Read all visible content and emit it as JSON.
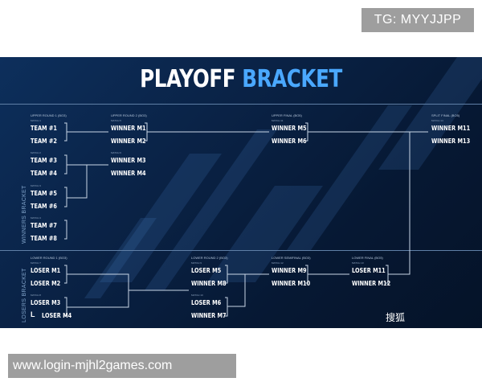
{
  "overlay": {
    "tg_badge": "TG: MYYJJPP",
    "url": "www.login-mjhl2games.com"
  },
  "poster": {
    "title_part1": "PLAYOFF",
    "title_part2": "BRACKET",
    "winners_label": "WINNERS BRACKET",
    "losers_label": "LOSERS BRACKET",
    "watermark": "搜狐",
    "logo_glyph": "L"
  },
  "upper": {
    "round1": {
      "label": "UPPER ROUND 1 (BO3)",
      "matches": [
        {
          "label": "MATCH 1",
          "teams": [
            "TEAM #1",
            "TEAM #2"
          ]
        },
        {
          "label": "MATCH 2",
          "teams": [
            "TEAM #3",
            "TEAM #4"
          ]
        },
        {
          "label": "MATCH 3",
          "teams": [
            "TEAM #5",
            "TEAM #6"
          ]
        },
        {
          "label": "MATCH 4",
          "teams": [
            "TEAM #7",
            "TEAM #8"
          ]
        }
      ]
    },
    "round2": {
      "label": "UPPER ROUND 2 (BO3)",
      "matches": [
        {
          "label": "MATCH 5",
          "teams": [
            "WINNER M1",
            "WINNER M2"
          ]
        },
        {
          "label": "MATCH 6",
          "teams": [
            "WINNER M3",
            "WINNER M4"
          ]
        }
      ]
    },
    "final": {
      "label": "UPPER FINAL (BO5)",
      "matches": [
        {
          "label": "MATCH 11",
          "teams": [
            "WINNER M5",
            "WINNER M6"
          ]
        }
      ]
    },
    "split_final": {
      "label": "SPLIT FINAL (BO5)",
      "matches": [
        {
          "label": "MATCH 14",
          "teams": [
            "WINNER M11",
            "WINNER M13"
          ]
        }
      ]
    }
  },
  "lower": {
    "round1": {
      "label": "LOWER ROUND 1 (BO3)",
      "matches": [
        {
          "label": "MATCH 7",
          "teams": [
            "LOSER M1",
            "LOSER M2"
          ]
        },
        {
          "label": "MATCH 8",
          "teams": [
            "LOSER M3",
            "LOSER M4"
          ]
        }
      ]
    },
    "round2": {
      "label": "LOWER ROUND 2 (BO3)",
      "matches": [
        {
          "label": "MATCH 9",
          "teams": [
            "LOSER M5",
            "WINNER M8"
          ]
        },
        {
          "label": "MATCH 10",
          "teams": [
            "LOSER M6",
            "WINNER M7"
          ]
        }
      ]
    },
    "semifinal": {
      "label": "LOWER SEMIFINAL (BO3)",
      "matches": [
        {
          "label": "MATCH 12",
          "teams": [
            "WINNER M9",
            "WINNER M10"
          ]
        }
      ]
    },
    "final": {
      "label": "LOWER FINAL (BO5)",
      "matches": [
        {
          "label": "MATCH 13",
          "teams": [
            "LOSER M11",
            "WINNER M12"
          ]
        }
      ]
    }
  }
}
